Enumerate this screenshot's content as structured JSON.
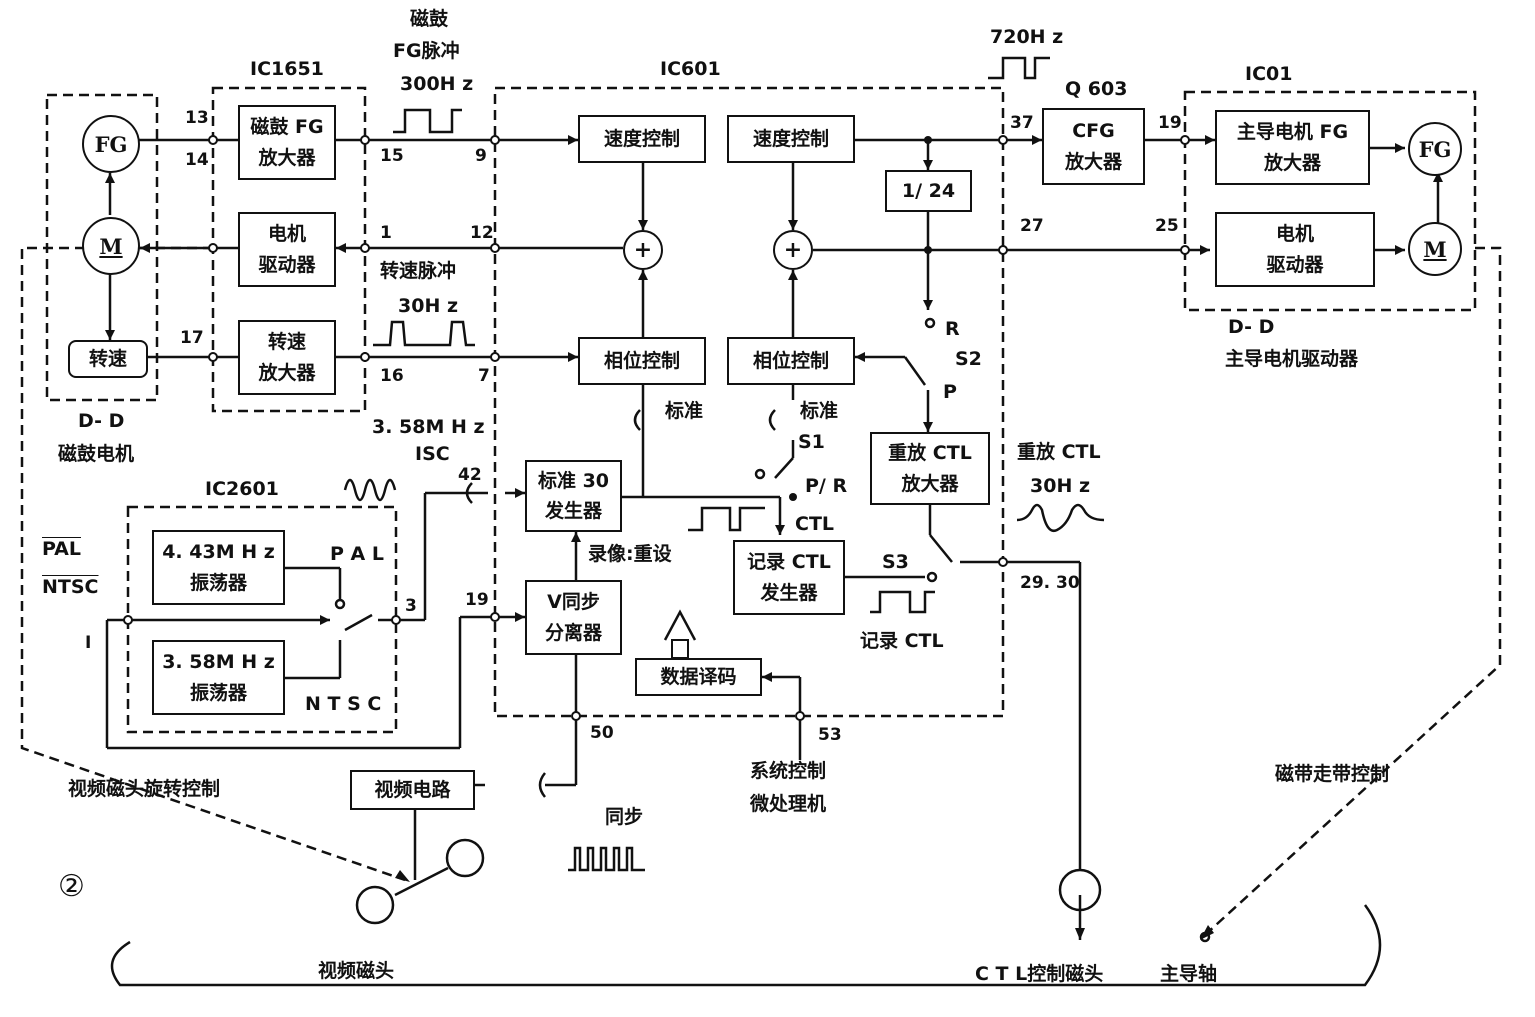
{
  "figure_number": "②",
  "ic_labels": {
    "ic1651": "IC1651",
    "ic601": "IC601",
    "ic01": "IC01",
    "ic2601": "IC2601",
    "q603": "Q 603"
  },
  "drum_motor": {
    "fg": "FG",
    "motor": "M",
    "tach": "转速",
    "title1": "D- D",
    "title2": "磁鼓电机"
  },
  "ic1651_blocks": {
    "fg_amp_1": "磁鼓 FG",
    "fg_amp_2": "放大器",
    "motor_drv_1": "电机",
    "motor_drv_2": "驱动器",
    "tach_amp_1": "转速",
    "tach_amp_2": "放大器"
  },
  "ic601_blocks": {
    "speed_ctrl_left": "速度控制",
    "speed_ctrl_right": "速度控制",
    "phase_ctrl_left": "相位控制",
    "phase_ctrl_right": "相位控制",
    "divider": "1/ 24",
    "ref30_1": "标准 30",
    "ref30_2": "发生器",
    "vsync_1": "V同步",
    "vsync_2": "分离器",
    "rec_ctl_1": "记录 CTL",
    "rec_ctl_2": "发生器",
    "play_ctl_1": "重放 CTL",
    "play_ctl_2": "放大器",
    "data_decode": "数据译码",
    "sum": "+"
  },
  "osc_blocks": {
    "osc443_1": "4. 43M H z",
    "osc443_2": "振荡器",
    "osc358_1": "3. 58M H z",
    "osc358_2": "振荡器",
    "pal": "P A L",
    "ntsc": "N T S C"
  },
  "capstan": {
    "cfg_amp_1": "CFG",
    "cfg_amp_2": "放大器",
    "fg_amp_1": "主导电机 FG",
    "fg_amp_2": "放大器",
    "drv_1": "电机",
    "drv_2": "驱动器",
    "fg": "FG",
    "motor": "M",
    "title1": "D- D",
    "title2": "主导电机驱动器"
  },
  "pins": {
    "p13": "13",
    "p14": "14",
    "p15": "15",
    "p9": "9",
    "p1": "1",
    "p12": "12",
    "p17": "17",
    "p16": "16",
    "p7": "7",
    "p42": "42",
    "p3": "3",
    "p19a": "19",
    "p50": "50",
    "p53": "53",
    "p37": "37",
    "p19b": "19",
    "p27": "27",
    "p25": "25",
    "p2930": "29. 30",
    "pI": "I"
  },
  "signals": {
    "drum_fg_1": "磁鼓",
    "drum_fg_2": "FG脉冲",
    "drum_fg_3": "300H z",
    "tach_pulse": "转速脉冲",
    "hz30": "30H z",
    "isc_1": "3. 58M H z",
    "isc_2": "ISC",
    "hz720": "720H z",
    "std_left": "标准",
    "std_right": "标准",
    "s1": "S1",
    "s2": "S2",
    "s3": "S3",
    "r": "R",
    "p": "P",
    "pr": "P/ R",
    "ctl": "CTL",
    "rec_reset": "录像:重设",
    "play_ctl_1": "重放 CTL",
    "play_ctl_2": "30H z",
    "rec_ctl": "记录 CTL",
    "sync": "同步",
    "pal_ntsc_1": "PAL",
    "pal_ntsc_2": "NTSC",
    "syscon_1": "系统控制",
    "syscon_2": "微处理机"
  },
  "bottom": {
    "video_circuit": "视频电路",
    "head_rot_ctrl": "视频磁头旋转控制",
    "tape_ctrl": "磁带走带控制",
    "video_head": "视频磁头",
    "ctl_head": "C T L控制磁头",
    "capstan_shaft": "主导轴"
  }
}
